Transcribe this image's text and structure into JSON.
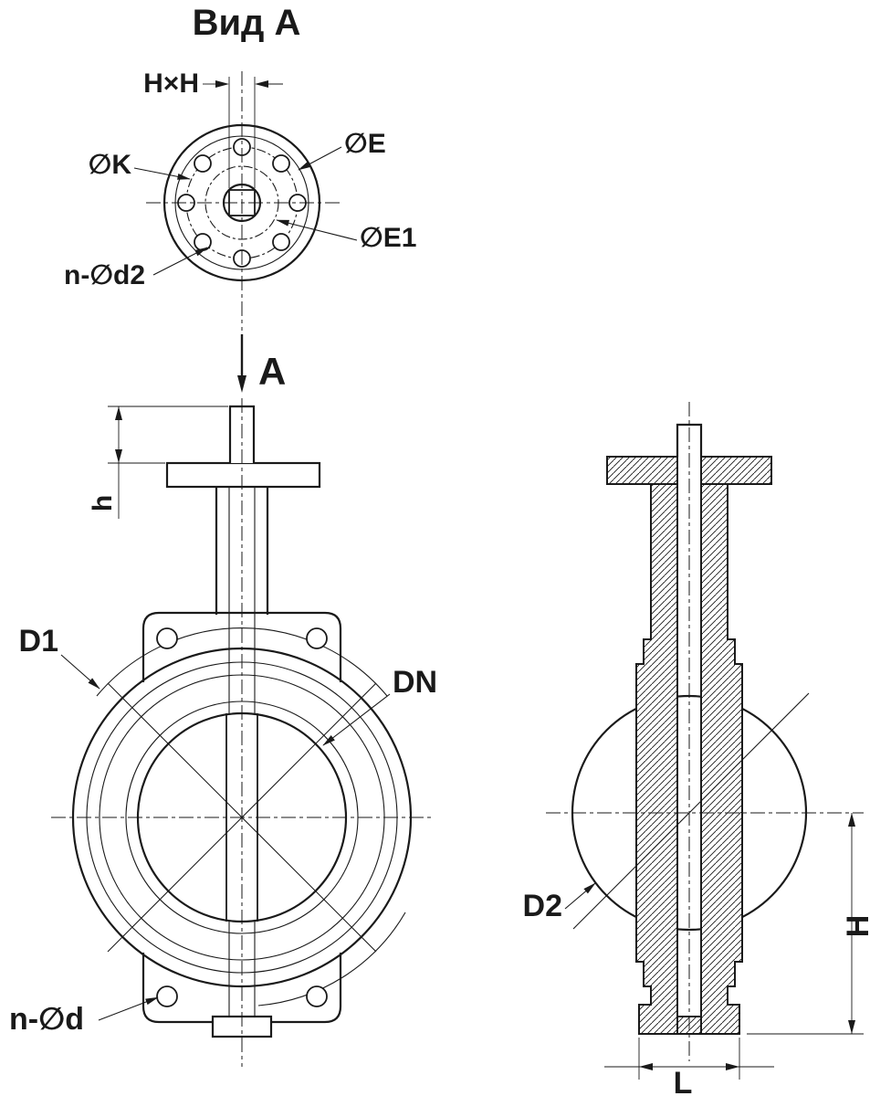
{
  "colors": {
    "line": "#1a1a1a",
    "background": "#ffffff"
  },
  "labels": {
    "view_title": "Вид А",
    "hxh": "H×H",
    "dk": "∅K",
    "de": "∅E",
    "de1": "∅E1",
    "nd2": "n-∅d2",
    "section": "A",
    "h_stem": "h",
    "d1": "D1",
    "dn": "DN",
    "nd": "n-∅d",
    "d2": "D2",
    "h_total": "H",
    "l": "L"
  }
}
